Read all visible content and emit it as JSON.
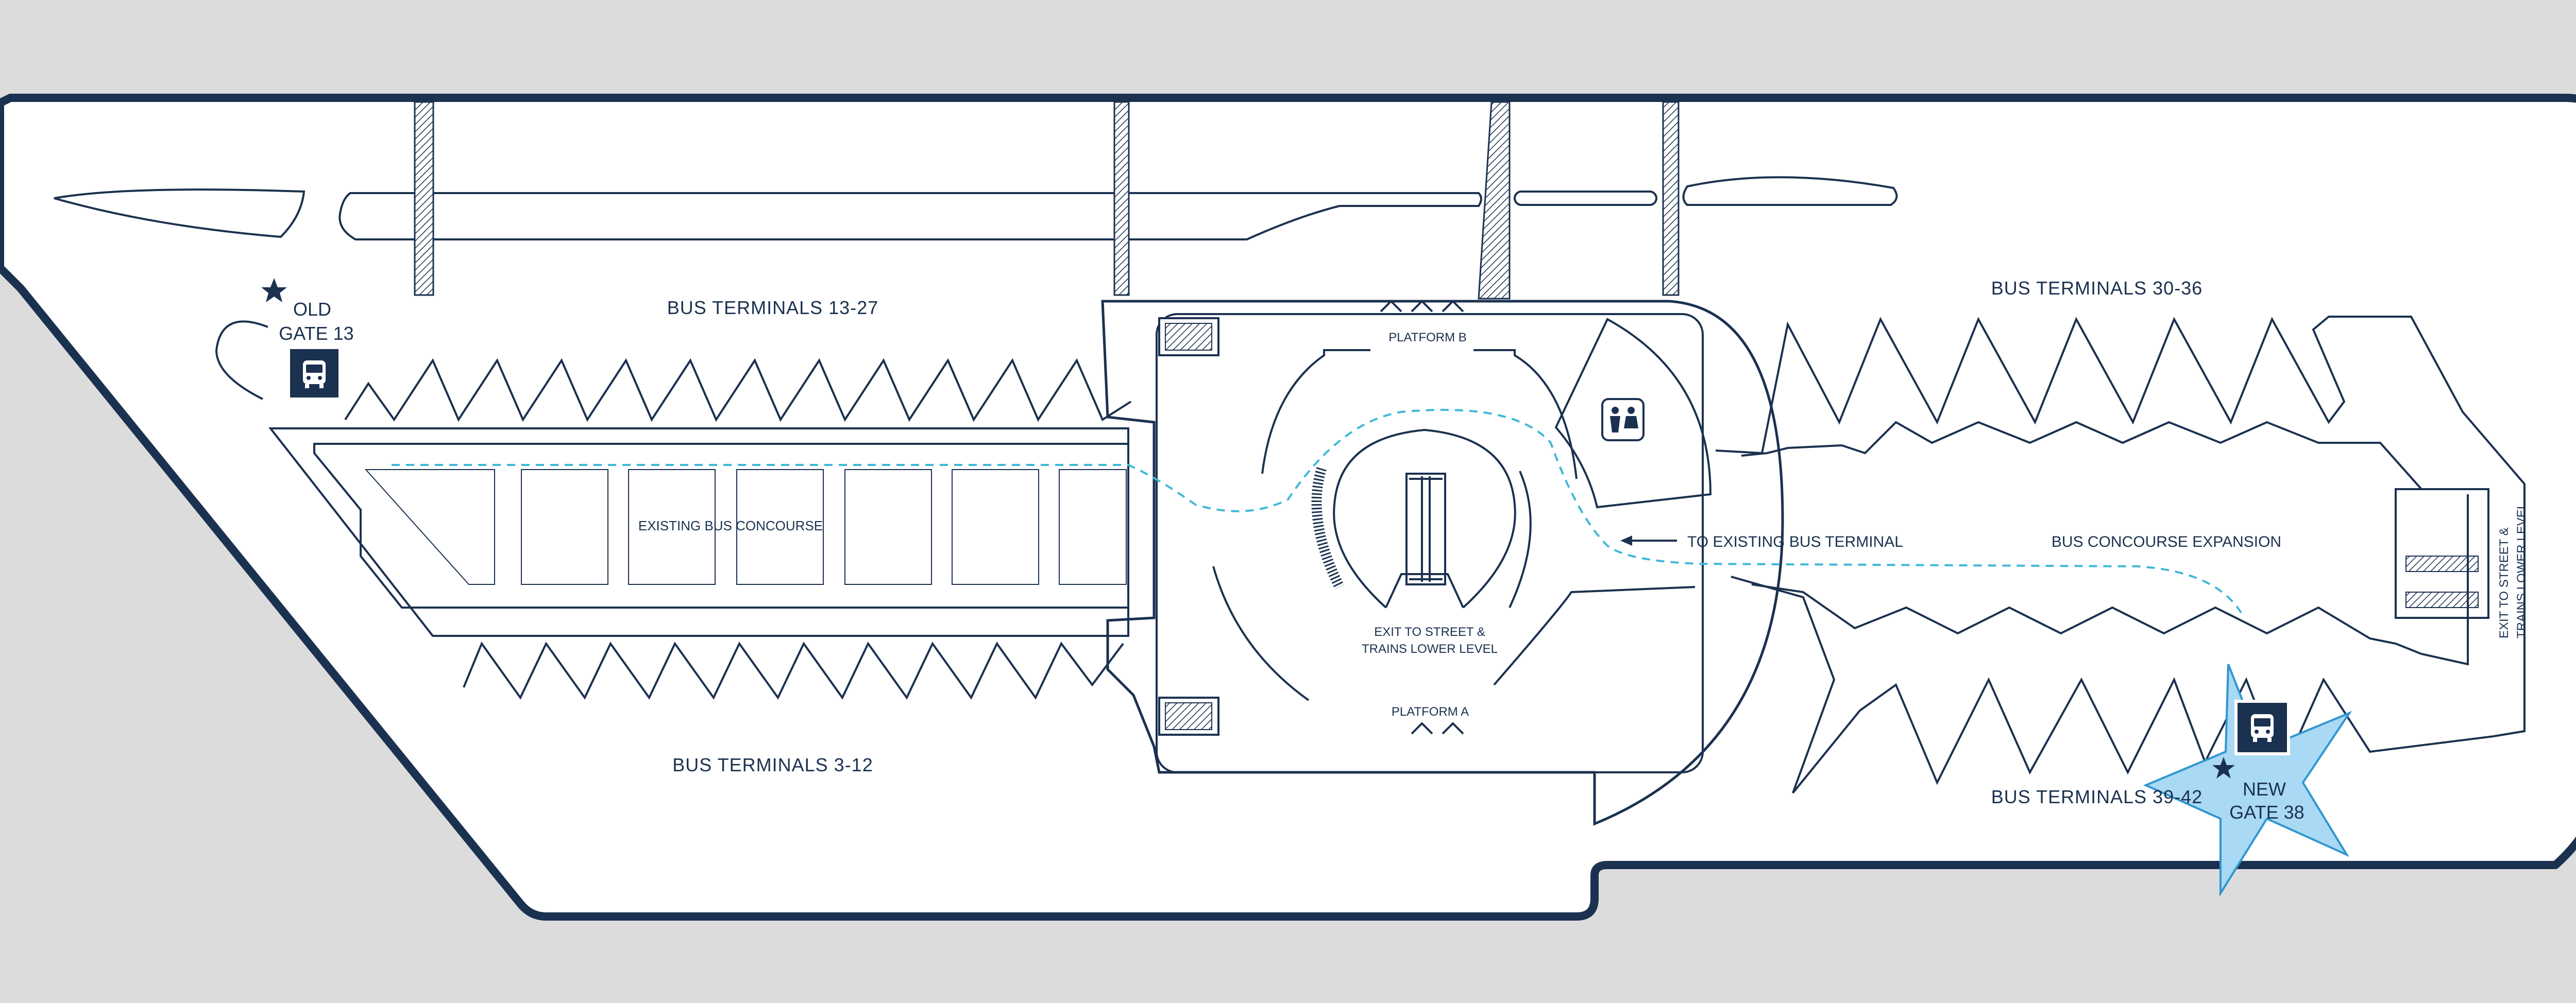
{
  "colors": {
    "background": "#dcdcdc",
    "outline": "#1b3150",
    "floor": "#ffffff",
    "path": "#3fb8d8",
    "gate_new_fill": "#a9d9f4",
    "gate_new_stroke": "#2f96cf"
  },
  "labels": {
    "bus_terminals_13_27": "BUS TERMINALS 13-27",
    "bus_terminals_3_12": "BUS TERMINALS 3-12",
    "bus_terminals_30_36": "BUS TERMINALS 30-36",
    "bus_terminals_39_42": "BUS TERMINALS 39-42",
    "existing_bus_concourse": "EXISTING BUS CONCOURSE",
    "bus_concourse_expansion": "BUS CONCOURSE EXPANSION",
    "to_existing_bus_terminal": "TO EXISTING BUS TERMINAL",
    "platform_a": "PLATFORM A",
    "platform_b": "PLATFORM B",
    "exit_center_line1": "EXIT TO STREET &",
    "exit_center_line2": "TRAINS LOWER LEVEL",
    "exit_right_line1": "EXIT TO STREET &",
    "exit_right_line2": "TRAINS LOWER LEVEL"
  },
  "gates": {
    "old": {
      "line1": "OLD",
      "line2": "GATE 13",
      "icon": "bus-icon",
      "marker": "star-icon"
    },
    "new": {
      "line1": "NEW",
      "line2": "GATE 38",
      "icon": "bus-icon",
      "marker": "star-icon"
    }
  },
  "icons": {
    "restroom": "restroom-icon",
    "escalator": "escalator-icon",
    "stairs": "stairs-icon"
  }
}
